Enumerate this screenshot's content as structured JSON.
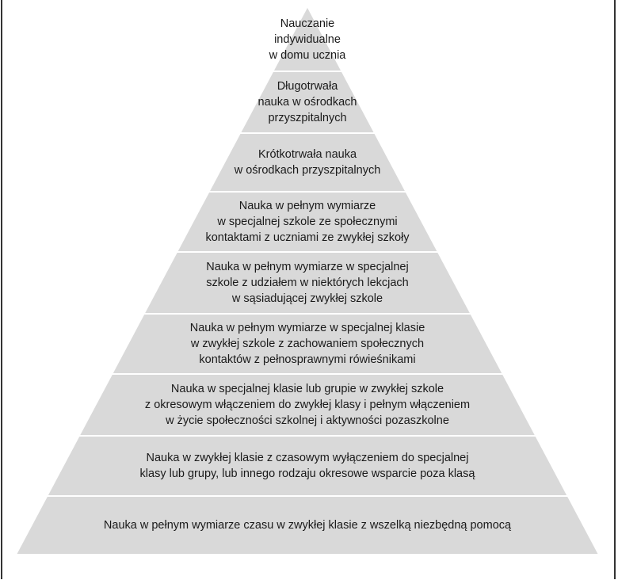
{
  "diagram": {
    "fill_color": "#d9d9d9",
    "separator_color": "#ffffff",
    "text_color": "#1a1a1a",
    "tiers": [
      {
        "lines": [
          "Nauczanie",
          "indywidualne",
          "w domu ucznia"
        ]
      },
      {
        "lines": [
          "Długotrwała",
          "nauka w ośrodkach",
          "przyszpitalnych"
        ]
      },
      {
        "lines": [
          "Krótkotrwała nauka",
          "w ośrodkach przyszpitalnych"
        ]
      },
      {
        "lines": [
          "Nauka w pełnym wymiarze",
          "w specjalnej szkole ze społecznymi",
          "kontaktami z uczniami ze zwykłej szkoły"
        ]
      },
      {
        "lines": [
          "Nauka w pełnym wymiarze w specjalnej",
          "szkole z udziałem w niektórych lekcjach",
          "w sąsiadującej zwykłej szkole"
        ]
      },
      {
        "lines": [
          "Nauka w pełnym wymiarze w specjalnej klasie",
          "w zwykłej szkole z zachowaniem społecznych",
          "kontaktów z pełnosprawnymi rówieśnikami"
        ]
      },
      {
        "lines": [
          "Nauka w specjalnej klasie lub grupie w zwykłej szkole",
          "z okresowym włączeniem do zwykłej klasy i pełnym włączeniem",
          "w życie społeczności szkolnej i aktywności pozaszkolne"
        ]
      },
      {
        "lines": [
          "Nauka w zwykłej klasie z czasowym wyłączeniem do specjalnej",
          "klasy lub grupy, lub innego rodzaju okresowe wsparcie poza klasą"
        ]
      },
      {
        "lines": [
          "Nauka w pełnym wymiarze czasu w zwykłej klasie z wszelką niezbędną pomocą"
        ]
      }
    ]
  }
}
